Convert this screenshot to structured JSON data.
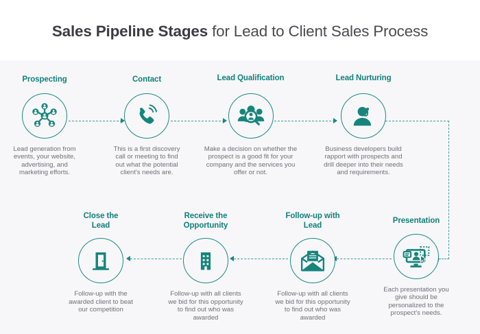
{
  "title": {
    "strong": "Sales Pipeline Stages",
    "rest": " for Lead to Client Sales Process"
  },
  "colors": {
    "teal_heading": "#11817a",
    "teal_icon": "#16857c",
    "teal_line": "#3a9c92",
    "title_dark": "#3c3c44",
    "body_text": "#6e6e76",
    "panel_bg": "#f7f7fa",
    "page_bg": "#ffffff"
  },
  "stages": [
    {
      "id": "prospecting",
      "title": "Prospecting",
      "icon": "network-people-icon",
      "desc": "Lead generation from events, your website, advertising, and marketing efforts."
    },
    {
      "id": "contact",
      "title": "Contact",
      "icon": "phone-ringing-icon",
      "desc": "This is a first discovery call or meeting to find out what the potential client's needs are."
    },
    {
      "id": "lead-qualification",
      "title": "Lead Qualification",
      "icon": "people-magnifier-icon",
      "desc": "Make a decision on whether the prospect is a good fit for your company and the services you offer or not."
    },
    {
      "id": "lead-nurturing",
      "title": "Lead Nurturing",
      "icon": "headset-person-icon",
      "desc": "Business developers build rapport with prospects and drill deeper into their needs and requirements."
    },
    {
      "id": "presentation",
      "title": "Presentation",
      "icon": "monitor-presentation-icon",
      "desc": "Each presentation you give should be personalized to the prospect's needs."
    },
    {
      "id": "follow-up-with-lead",
      "title": "Follow-up with Lead",
      "icon": "open-envelope-icon",
      "desc": "Follow-up with all clients we bid for this opportunity to find out who was awarded"
    },
    {
      "id": "receive-the-opportunity",
      "title": "Receive the Opportunity",
      "icon": "office-building-icon",
      "desc": "Follow-up with all clients we bid for this opportunity to find out who was awarded"
    },
    {
      "id": "close-the-lead",
      "title": "Close the Lead",
      "icon": "door-icon",
      "desc": "Follow-up with the awarded client to beat our competition"
    }
  ]
}
